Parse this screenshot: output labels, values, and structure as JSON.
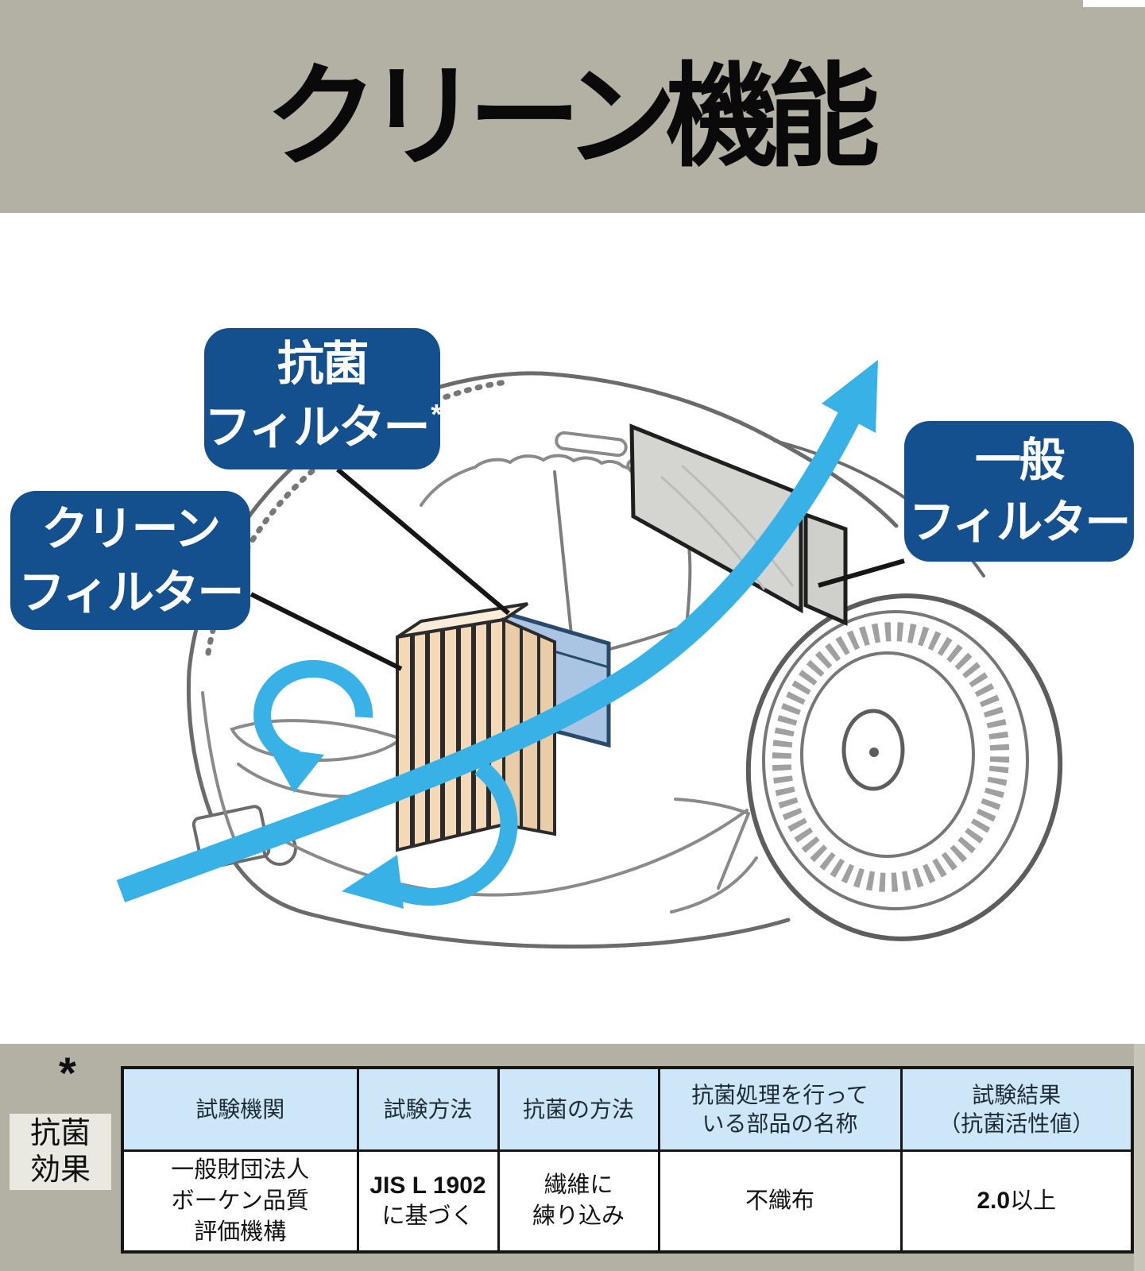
{
  "title": "クリーン機能",
  "diagram": {
    "labels": {
      "antibacterial_filter": {
        "line1": "抗菌",
        "line2": "フィルター",
        "footnote_mark": "*"
      },
      "clean_filter": {
        "line1": "クリーン",
        "line2": "フィルター"
      },
      "general_filter": {
        "line1": "一般",
        "line2": "フィルター"
      }
    },
    "icons": {
      "vacuum": "vacuum-cleaner-line-art",
      "airflow_arrow": "curved-airflow-arrow",
      "swirl_arrows": "cyclone-swirl-arrows"
    },
    "colors": {
      "label_box_blue": "#15508e",
      "label_text": "#ffffff",
      "airflow_blue": "#38b2e6",
      "filter_peach": "#f3d9b8",
      "filter_panel_blue": "#aac5e3",
      "exhaust_panel_gray": "#d4d4d0"
    }
  },
  "footnote": {
    "mark": "*",
    "label_line1": "抗菌",
    "label_line2": "効果"
  },
  "table": {
    "headers": [
      {
        "l1": "試験機関",
        "l2": ""
      },
      {
        "l1": "試験方法",
        "l2": ""
      },
      {
        "l1": "抗菌の方法",
        "l2": ""
      },
      {
        "l1": "抗菌処理を行って",
        "l2": "いる部品の名称"
      },
      {
        "l1": "試験結果",
        "l2": "（抗菌活性値）"
      }
    ],
    "row": {
      "test_agency": {
        "l1": "一般財団法人",
        "l2": "ボーケン品質",
        "l3": "評価機構"
      },
      "test_method": {
        "l1": "JIS L 1902",
        "l2": "に基づく"
      },
      "antibacterial_method": {
        "l1": "繊維に",
        "l2": "練り込み"
      },
      "treated_part": "不織布",
      "result": {
        "bold": "2.0",
        "rest": "以上"
      }
    },
    "colors": {
      "header_bg": "#cee7f8",
      "border": "#161616"
    }
  },
  "background": {
    "band_color": "#b3b1a4",
    "content_bg": "#ffffff",
    "footnote_box": "#e9e8e1"
  }
}
